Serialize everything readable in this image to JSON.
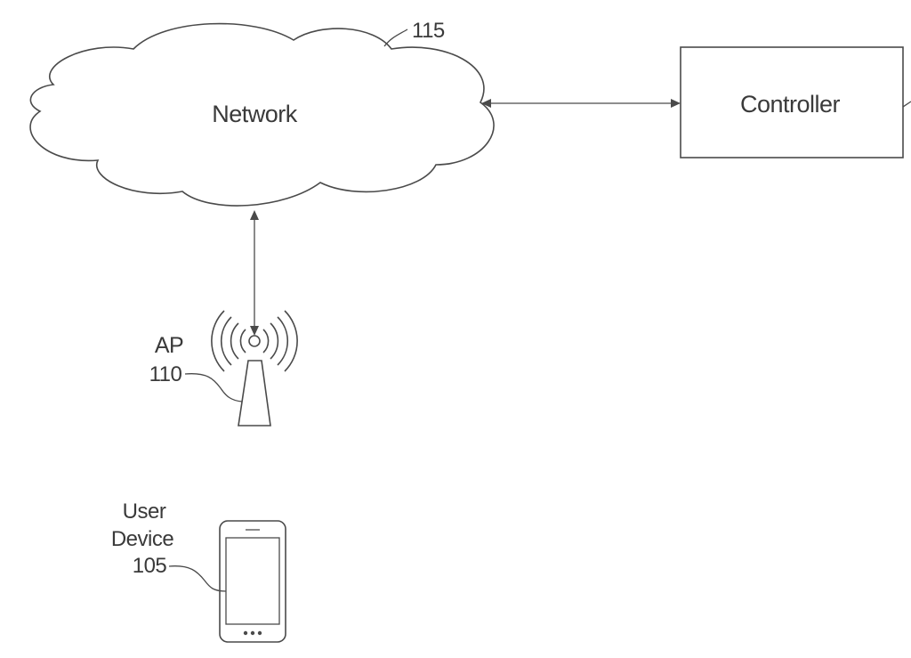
{
  "network": {
    "label": "Network",
    "ref": "115"
  },
  "controller": {
    "label": "Controller"
  },
  "access_point": {
    "label": "AP",
    "ref": "110"
  },
  "user_device": {
    "label_line1": "User",
    "label_line2": "Device",
    "ref": "105"
  },
  "colors": {
    "stroke": "#4a4a4a",
    "text": "#3a3a3a",
    "background": "#ffffff"
  }
}
